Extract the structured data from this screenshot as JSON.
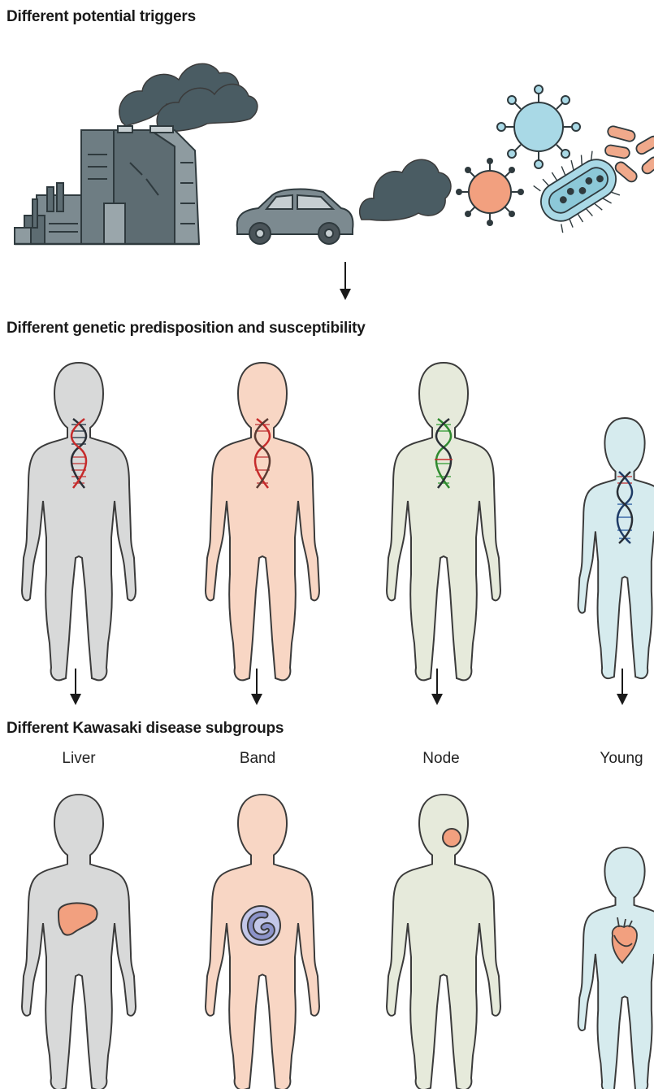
{
  "headings": {
    "triggers": "Different potential triggers",
    "genetics": "Different genetic predisposition and susceptibility",
    "subgroups": "Different Kawasaki disease subgroups"
  },
  "subgroups": [
    {
      "label": "Liver",
      "color": "#d8d9d9",
      "organ": "liver-icon"
    },
    {
      "label": "Band",
      "color": "#f8d6c4",
      "organ": "band-cell-icon"
    },
    {
      "label": "Node",
      "color": "#e6eadb",
      "organ": "lymph-node-icon"
    },
    {
      "label": "Young",
      "color": "#d6ebee",
      "organ": "heart-icon"
    }
  ],
  "triggers": [
    "factory-icon",
    "car-icon",
    "exhaust-cloud-icon",
    "virus-icon",
    "bacteria-icon"
  ],
  "colors": {
    "outline": "#3b3b3b",
    "smoke": "#4a5c63",
    "factory": "#6e7d83",
    "virus_blue": "#a9d9e6",
    "virus_orange": "#f2a07f",
    "bacteria_orange": "#f0a98b"
  }
}
